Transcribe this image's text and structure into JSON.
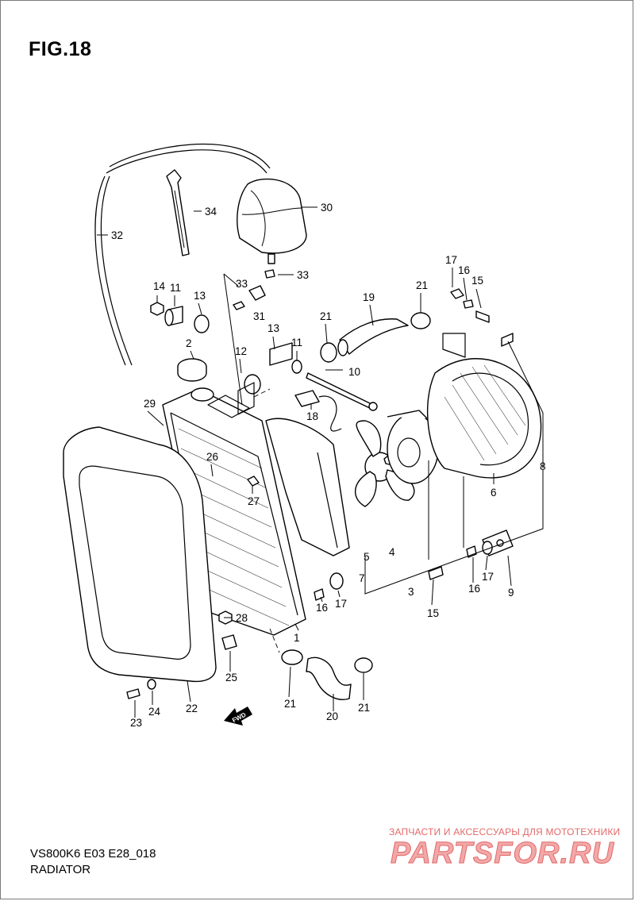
{
  "figure": {
    "title": "FIG.18"
  },
  "footer": {
    "model_code": "VS800K6 E03 E28_018",
    "section_name": "RADIATOR"
  },
  "watermark": {
    "tagline": "ЗАПЧАСТИ И АКСЕССУАРЫ ДЛЯ МОТОТЕХНИКИ",
    "logo": "PARTSFOR.RU"
  },
  "direction_marker": {
    "label": "FWD"
  },
  "callouts": [
    "1",
    "2",
    "3",
    "4",
    "5",
    "6",
    "7",
    "8",
    "9",
    "10",
    "11",
    "11",
    "12",
    "13",
    "13",
    "14",
    "15",
    "15",
    "16",
    "16",
    "16",
    "17",
    "17",
    "17",
    "18",
    "19",
    "20",
    "21",
    "21",
    "21",
    "21",
    "22",
    "23",
    "24",
    "25",
    "26",
    "27",
    "28",
    "29",
    "30",
    "31",
    "32",
    "33",
    "33",
    "34"
  ],
  "colors": {
    "line": "#000000",
    "background": "#ffffff",
    "watermark": "#e36a6a"
  }
}
